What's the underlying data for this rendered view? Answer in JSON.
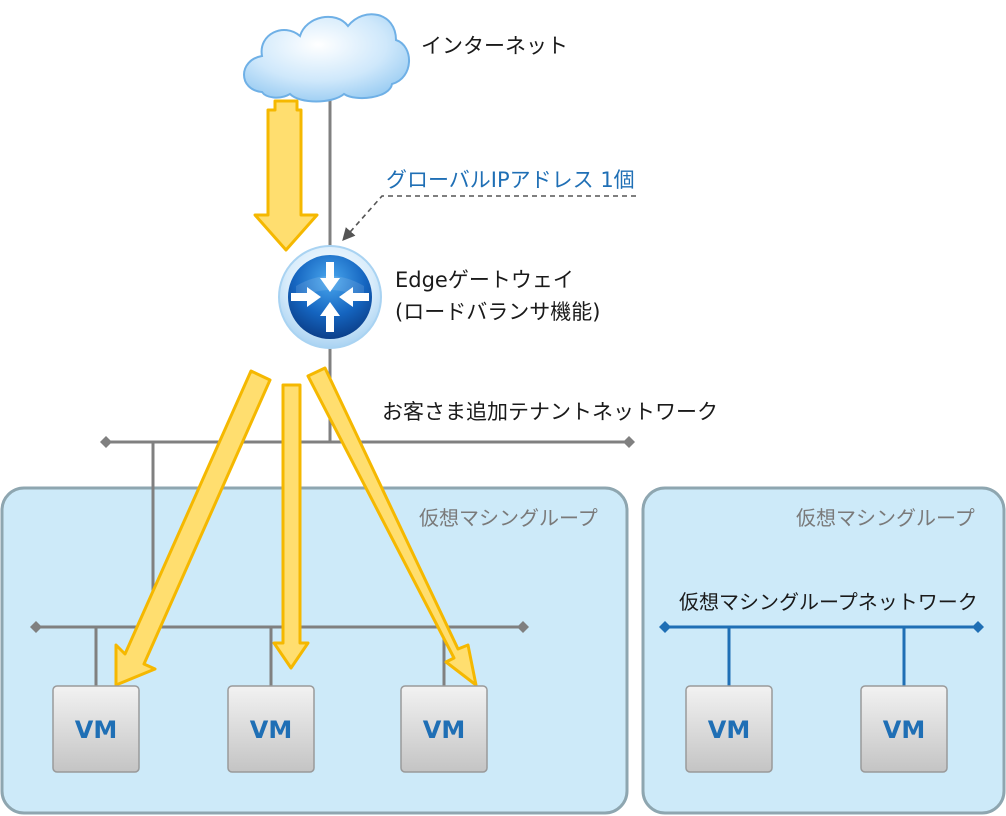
{
  "labels": {
    "internet": "インターネット",
    "global_ip": "グローバルIPアドレス 1個",
    "edge_line1": "Edgeゲートウェイ",
    "edge_line2": "(ロードバランサ機能)",
    "tenant_network": "お客さま追加テナントネットワーク",
    "group_left": "仮想マシングループ",
    "group_right": "仮想マシングループ",
    "group_network": "仮想マシングループネットワーク"
  },
  "vms": {
    "left": [
      "VM",
      "VM",
      "VM"
    ],
    "right": [
      "VM",
      "VM"
    ]
  },
  "colors": {
    "group_fill": "#cdeaf9",
    "group_border": "#8ea6b0",
    "network_grey": "#808080",
    "network_blue": "#1f6fb5",
    "arrow_fill": "#ffde6f",
    "arrow_stroke": "#f5b800",
    "annotation_blue": "#1f6fb5"
  },
  "icons": {
    "internet": "cloud-icon",
    "edge": "router-icon"
  }
}
